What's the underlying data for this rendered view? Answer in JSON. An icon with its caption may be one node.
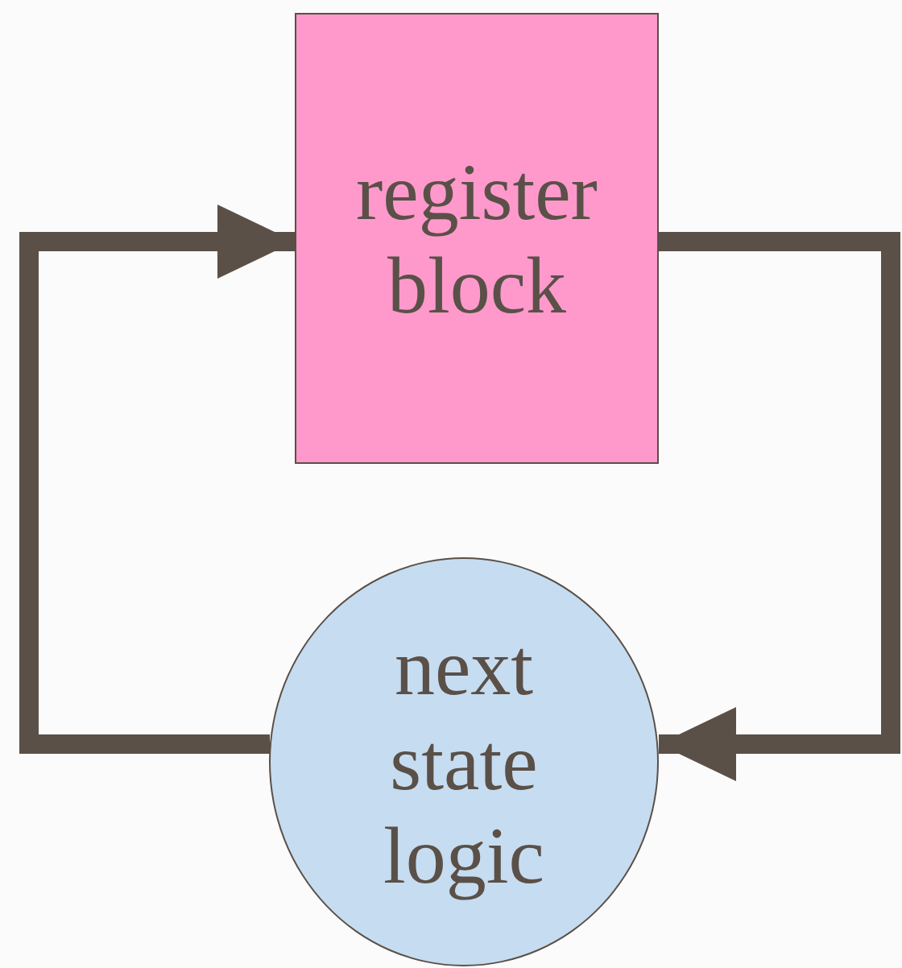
{
  "diagram": {
    "nodes": [
      {
        "text": [
          "register block"
        ]
      },
      {
        "text": [
          "next state logic"
        ]
      }
    ],
    "edges": [
      {
        "from": 0,
        "to": 1,
        "arrow": "to"
      },
      {
        "from": 1,
        "to": 0,
        "arrow": "to"
      }
    ]
  }
}
